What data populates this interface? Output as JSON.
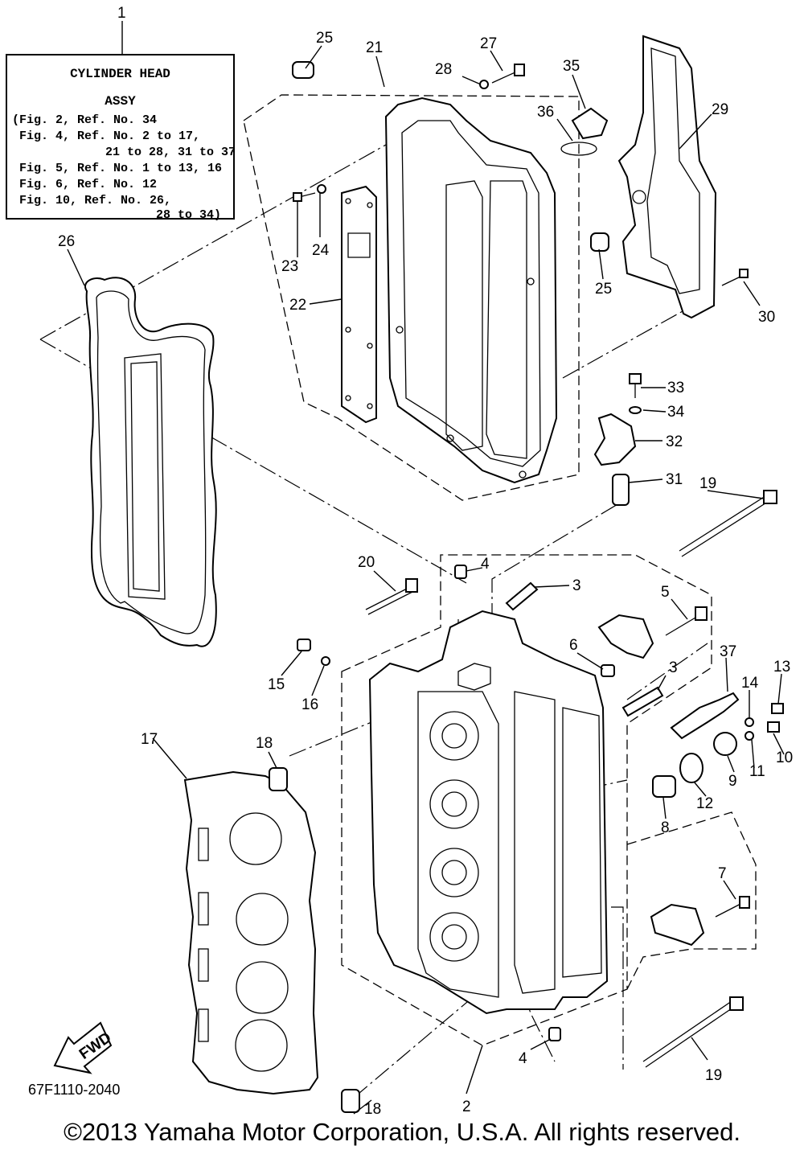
{
  "legend": {
    "title_line1": "CYLINDER HEAD",
    "title_line2": "ASSY",
    "lines": [
      "(Fig. 2, Ref. No. 34",
      " Fig. 4, Ref. No. 2 to 17,",
      "21 to 28, 31 to 37",
      " Fig. 5, Ref. No. 1 to 13, 16",
      " Fig. 6, Ref. No. 12",
      " Fig. 10, Ref. No. 26,",
      "28 to 34)"
    ]
  },
  "callouts": {
    "c1": "1",
    "c2": "2",
    "c3a": "3",
    "c3b": "3",
    "c4a": "4",
    "c4b": "4",
    "c5": "5",
    "c6": "6",
    "c7": "7",
    "c8": "8",
    "c9": "9",
    "c10": "10",
    "c11": "11",
    "c12": "12",
    "c13": "13",
    "c14": "14",
    "c15": "15",
    "c16": "16",
    "c17": "17",
    "c18a": "18",
    "c18b": "18",
    "c19a": "19",
    "c19b": "19",
    "c20": "20",
    "c21": "21",
    "c22": "22",
    "c23": "23",
    "c24": "24",
    "c25a": "25",
    "c25b": "25",
    "c26": "26",
    "c27": "27",
    "c28": "28",
    "c29": "29",
    "c30": "30",
    "c31": "31",
    "c32": "32",
    "c33": "33",
    "c34": "34",
    "c35": "35",
    "c36": "36",
    "c37": "37"
  },
  "fwd_label": "FWD",
  "diagram_code": "67F1110-2040",
  "copyright": "©2013 Yamaha Motor Corporation, U.S.A. All rights reserved."
}
